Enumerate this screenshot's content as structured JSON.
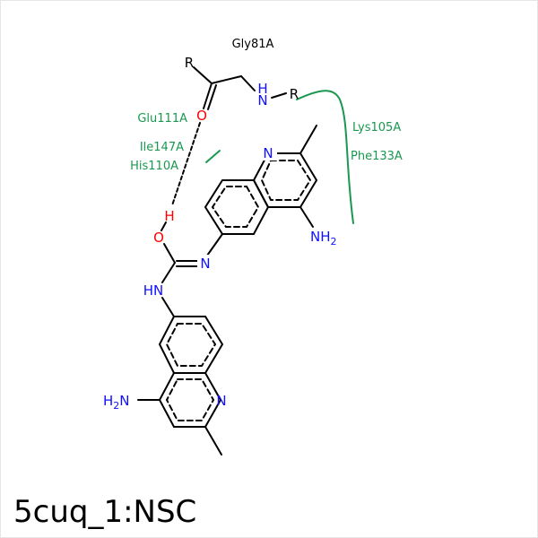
{
  "title": "5cuq_1:NSC",
  "residues": {
    "gly": "Gly81A",
    "glu": "Glu111A",
    "ile": "Ile147A",
    "his": "His110A",
    "lys": "Lys105A",
    "phe": "Phe133A"
  },
  "atoms": {
    "r1": "R",
    "r2": "R",
    "o_backbone": "O",
    "nh_h": "H",
    "nh_n": "N",
    "n_upper_ring": "N",
    "nh2_upper": "NH",
    "nh2_upper_sub": "2",
    "n_imine": "N",
    "o_hydroxyl": "O",
    "h_hydroxyl": "H",
    "hn": "HN",
    "n_lower_ring": "N",
    "h2n_lower_h": "H",
    "h2n_lower_sub": "2",
    "h2n_lower_n": "N"
  },
  "colors": {
    "hydrophobic": "#1a9850",
    "nitrogen": "#1010ff",
    "oxygen": "#ff0000"
  }
}
